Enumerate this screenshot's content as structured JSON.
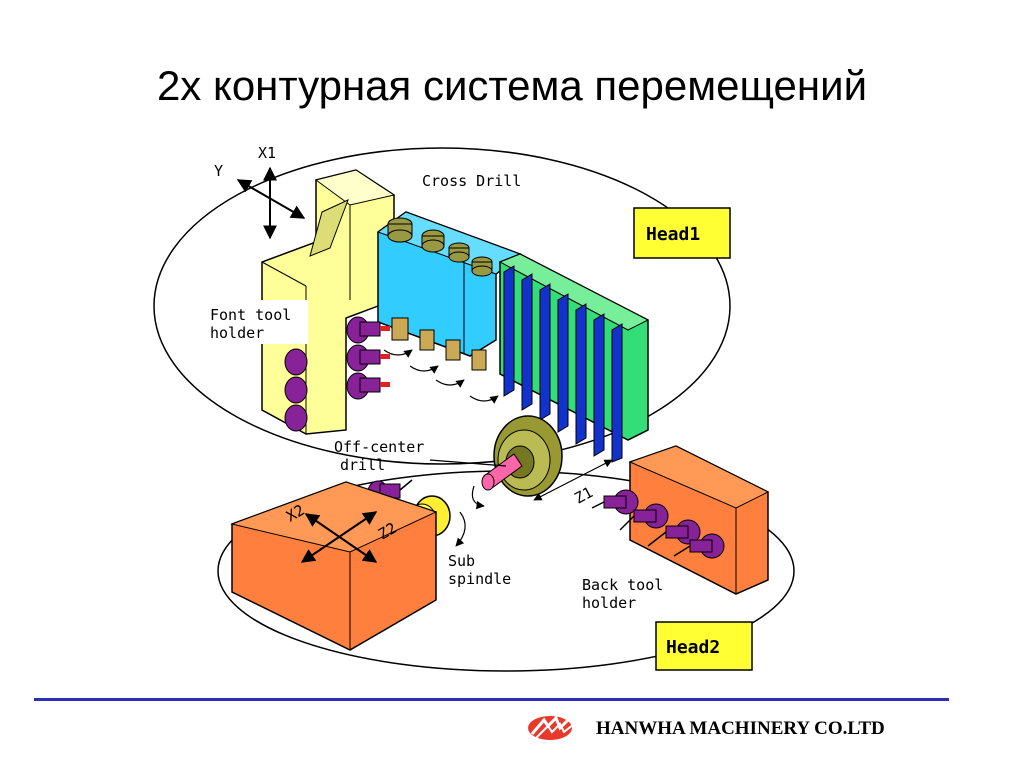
{
  "title": "2х контурная система перемещений",
  "diagram": {
    "labels": {
      "x1": "X1",
      "y": "Y",
      "cross_drill": "Cross Drill",
      "head1": "Head1",
      "font_tool_holder_1": "Font tool",
      "font_tool_holder_2": "holder",
      "off_center_1": "Off-center",
      "off_center_2": "drill",
      "x2": "X2",
      "z2": "Z2",
      "z1": "Z1",
      "sub_spindle_1": "Sub",
      "sub_spindle_2": "spindle",
      "back_tool_holder_1": "Back tool",
      "back_tool_holder_2": "holder",
      "head2": "Head2"
    },
    "colors": {
      "yellow_holder": "#ffff99",
      "cyan_block": "#33ccff",
      "blue_tools": "#1133cc",
      "green_panel": "#33dd77",
      "orange_block": "#ff7f3f",
      "purple_tool": "#882299",
      "olive_spindle": "#999933",
      "head_label_bg": "#ffff33"
    }
  },
  "footer": {
    "company": "HANWHA MACHINERY CO.LTD",
    "logo_icon": "hanwha-logo-icon"
  }
}
